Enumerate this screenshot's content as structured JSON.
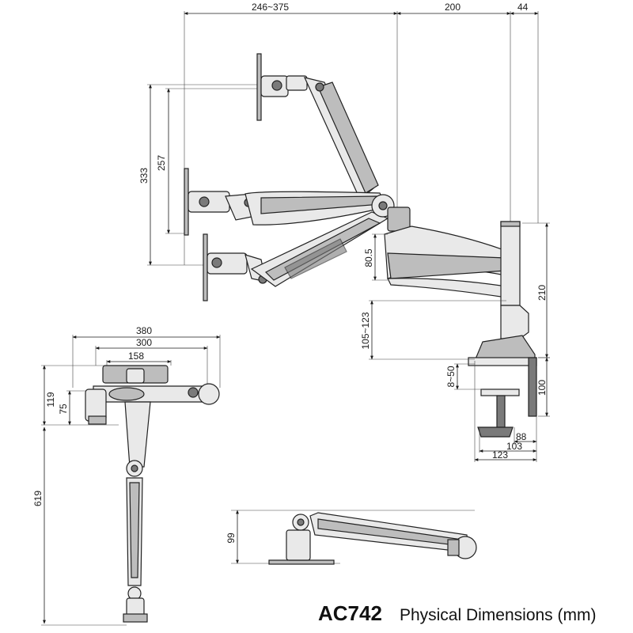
{
  "caption": {
    "model": "AC742",
    "description": "Physical Dimensions (mm)"
  },
  "dimensions": {
    "reach_range": "246~375",
    "arm_200": "200",
    "pole_offset": "44",
    "height_333": "333",
    "height_257": "257",
    "arm_80_5": "80.5",
    "pole_210": "210",
    "height_105_123": "105~123",
    "clamp_8_50": "8~50",
    "clamp_100": "100",
    "base_88": "88",
    "base_103": "103",
    "base_123": "123",
    "top_380": "380",
    "top_300": "300",
    "top_158": "158",
    "top_119": "119",
    "top_75": "75",
    "top_619": "619",
    "low_99": "99"
  }
}
